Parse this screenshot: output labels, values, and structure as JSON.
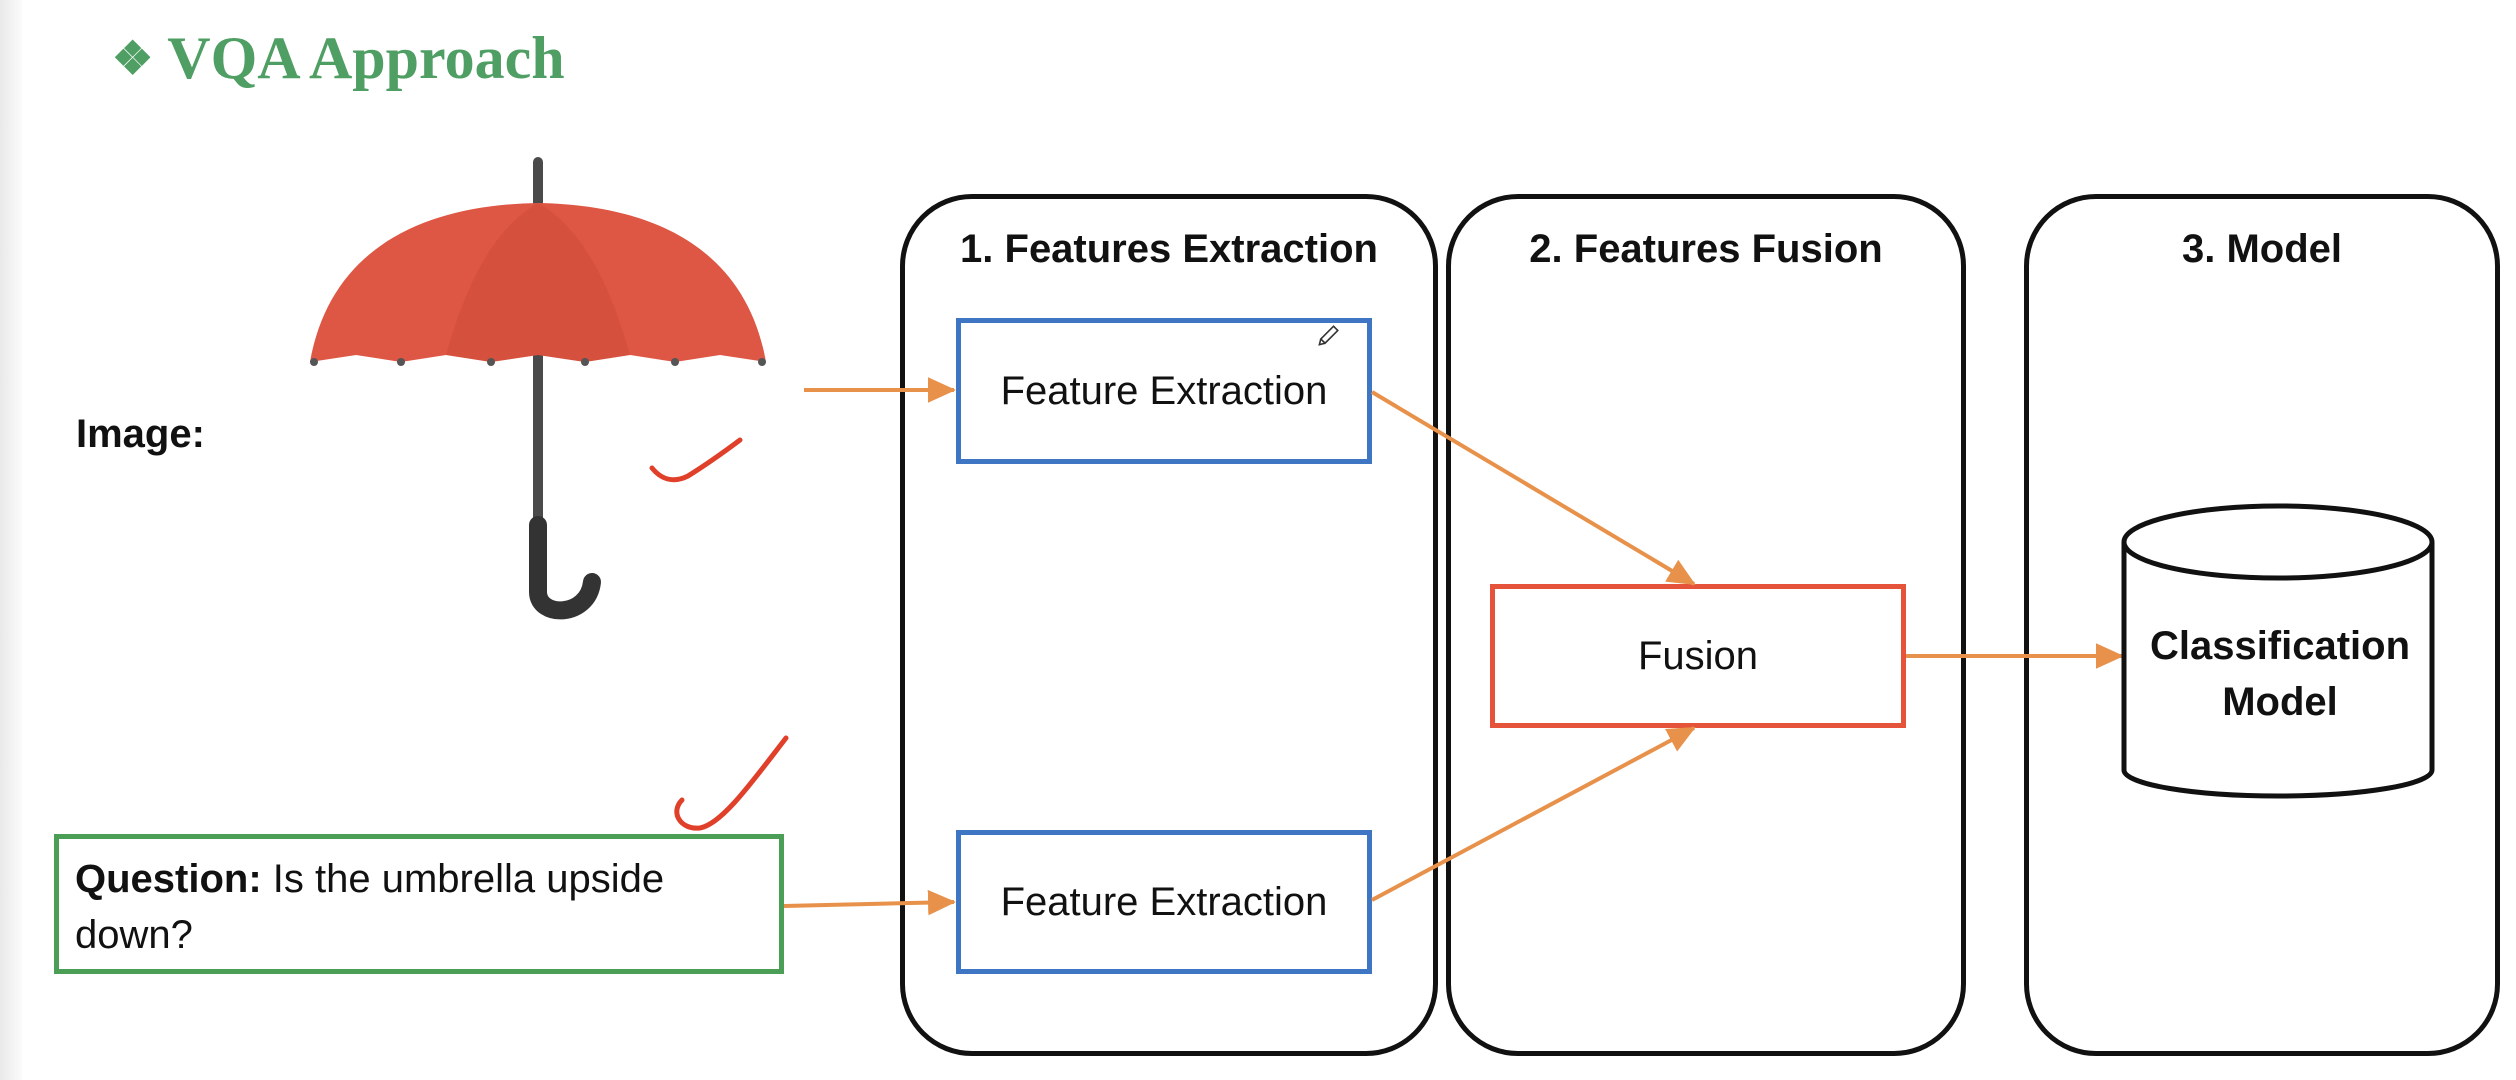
{
  "slide": {
    "title_bullet": "❖",
    "title": "VQA Approach"
  },
  "inputs": {
    "image_label": "Image:",
    "question_label": "Question:",
    "question_text": " Is the umbrella upside down?"
  },
  "stages": [
    {
      "title": "1. Features Extraction"
    },
    {
      "title": "2. Features Fusion"
    },
    {
      "title": "3. Model"
    }
  ],
  "blocks": {
    "image_feature": "Feature Extraction",
    "question_feature": "Feature Extraction",
    "fusion": "Fusion",
    "classifier": "Classification Model"
  },
  "colors": {
    "title": "#4f9e63",
    "arrows": "#e8914a",
    "feature_border": "#3f76c4",
    "fusion_border": "#e5543a",
    "question_border": "#4a9e55",
    "umbrella": "#de5644",
    "checkmarks": "#e0402a"
  }
}
